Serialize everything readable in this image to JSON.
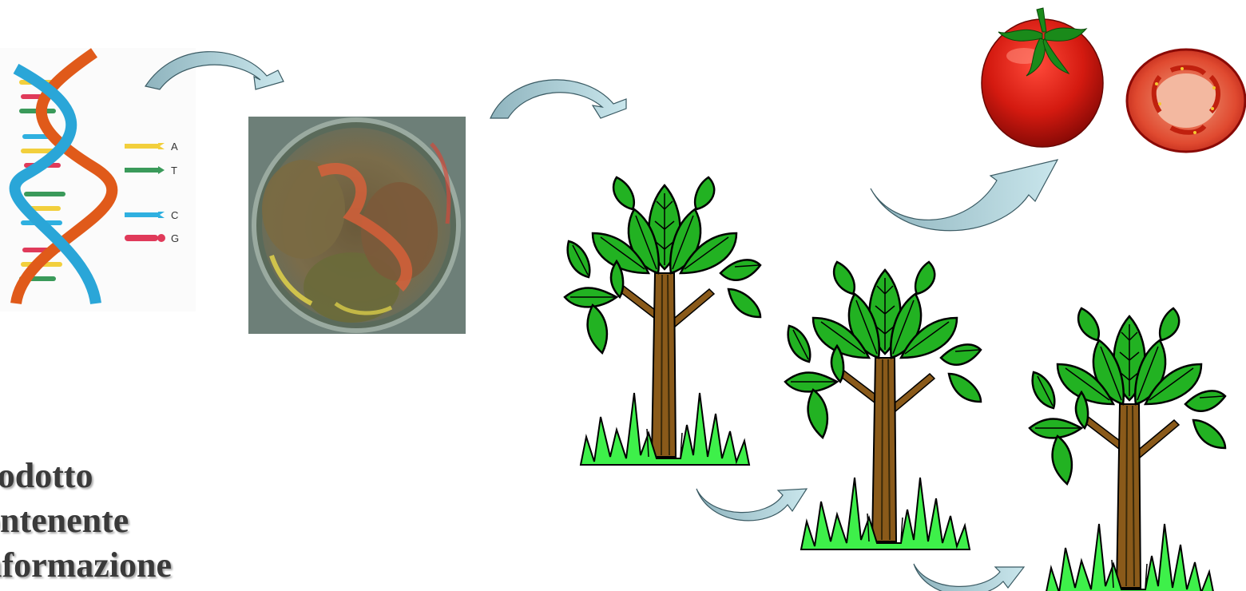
{
  "dna": {
    "legend": [
      {
        "letter": "A",
        "color": "#f2cf3c"
      },
      {
        "letter": "T",
        "color": "#3a9a5a"
      },
      {
        "letter": "C",
        "color": "#2fb0e0"
      },
      {
        "letter": "G",
        "color": "#e03a5a"
      }
    ]
  },
  "caption": {
    "lines": [
      "rodotto",
      "ontenente",
      "nformazione"
    ]
  },
  "colors": {
    "arrow_fill": "#a9cdd6",
    "arrow_stroke": "#3a5a63",
    "leaf": "#22b222",
    "trunk": "#8a5a1a",
    "grass": "#3ef04a",
    "tomato": "#d41a10"
  }
}
